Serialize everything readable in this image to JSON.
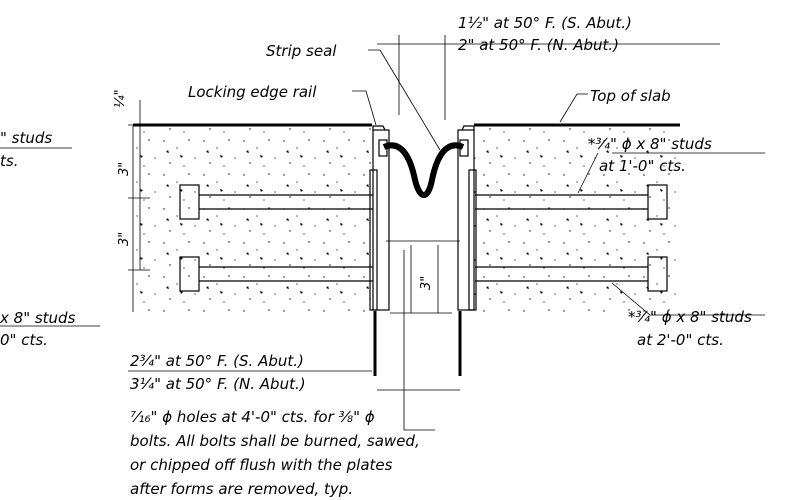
{
  "labels": {
    "strip_seal": "Strip seal",
    "locking_edge_rail": "Locking edge rail",
    "top_of_slab": "Top of slab",
    "gap_top_s": "1½\" at 50° F. (S. Abut.)",
    "gap_top_n": "2\" at 50° F. (N. Abut.)",
    "studs_right_upper_1": "*¾\" ϕ x 8\" studs",
    "studs_right_upper_2": "at 1'-0\" cts.",
    "studs_right_lower_1": "*¾\" ϕ x 8\" studs",
    "studs_right_lower_2": "at 2'-0\" cts.",
    "studs_left_upper_1": "\" studs",
    "studs_left_upper_2": "ts.",
    "studs_left_lower_1": "x 8\" studs",
    "studs_left_lower_2": "0\" cts.",
    "gap_bot_s": "2¾\" at 50° F. (S. Abut.)",
    "gap_bot_n": "3¼\" at 50° F. (N. Abut.)",
    "note_1": "⁷⁄₁₆\" ϕ holes at 4'-0\" cts. for ⅜\" ϕ",
    "note_2": "bolts. All bolts shall be burned, sawed,",
    "note_3": "or chipped off flush with the plates",
    "note_4": "after forms are removed, typ.",
    "dim_quarter": "¼\"",
    "dim_3_upper": "3\"",
    "dim_3_lower": "3\"",
    "dim_3_gap": "3\""
  }
}
